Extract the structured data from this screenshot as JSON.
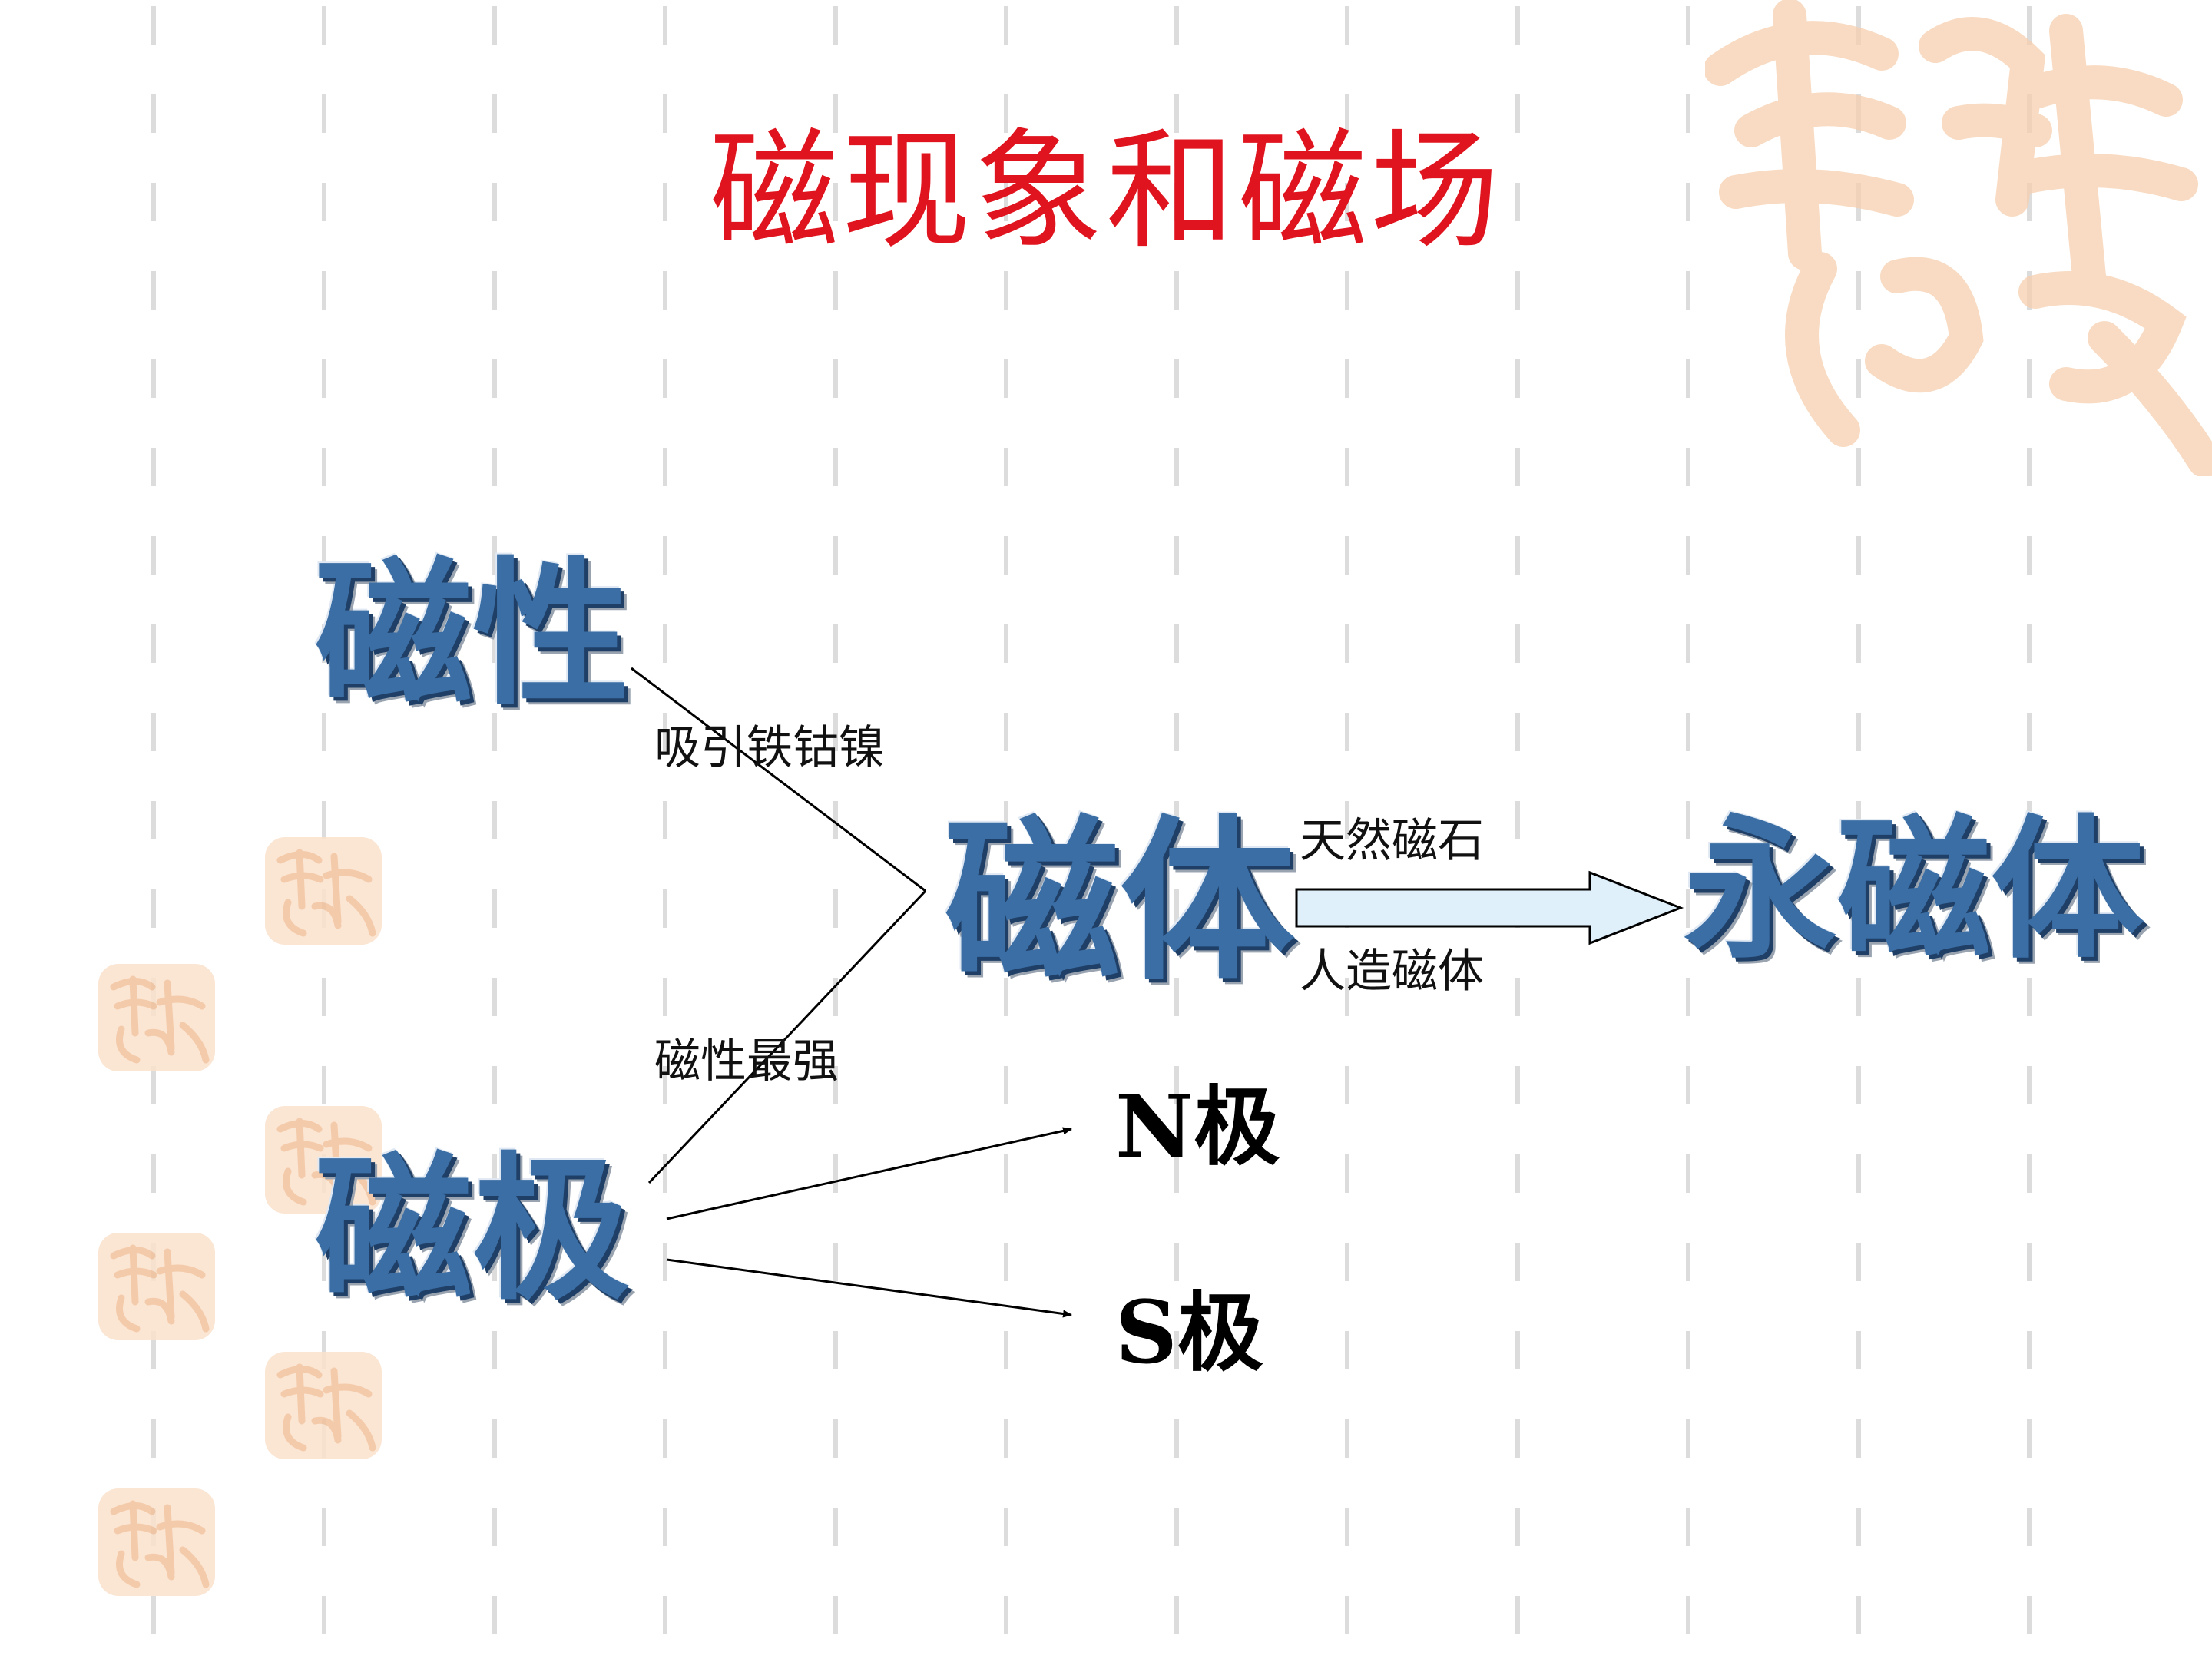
{
  "title": "磁现象和磁场",
  "nodes": {
    "cixing": "磁性",
    "citi": "磁体",
    "ciji": "磁极",
    "yongciti": "永磁体"
  },
  "labels": {
    "attract": "吸引铁钴镍",
    "strongest": "磁性最强",
    "natural": "天然磁石",
    "artificial": "人造磁体"
  },
  "poles": {
    "n": "N极",
    "s": "S极"
  },
  "colors": {
    "title": "#e0141e",
    "node": "#3a6ea5",
    "arrow_fill": "#dff0fb",
    "watermark": "#fbe1cc"
  }
}
